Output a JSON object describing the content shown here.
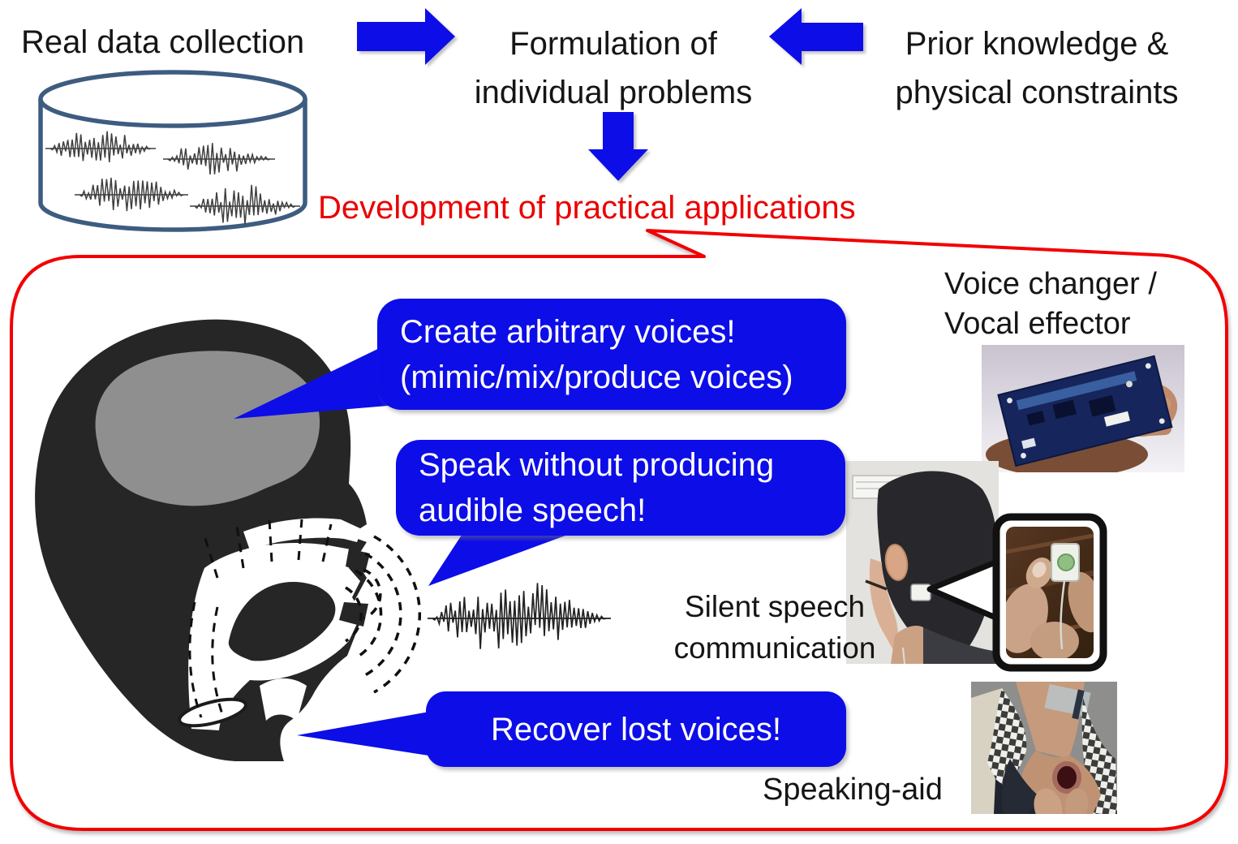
{
  "page": {
    "background": "#ffffff"
  },
  "colors": {
    "accent_blue": "#0d0de8",
    "accent_red": "#ea0000",
    "head_silhouette": "#262626",
    "brain_gray": "#8f8f8f",
    "database_outline": "#3d5c80"
  },
  "flow": {
    "real_data_label": "Real data collection",
    "formulation_label": "Formulation of\nindividual problems",
    "prior_knowledge_label": "Prior knowledge &\nphysical constraints",
    "development_label": "Development of practical applications"
  },
  "applications": {
    "create_voices_bubble": "Create arbitrary voices!\n(mimic/mix/produce voices)",
    "silent_speech_bubble": "Speak without producing\naudible speech!",
    "recover_voices_bubble": "Recover lost voices!",
    "voice_changer_label": "Voice changer /\nVocal effector",
    "silent_speech_label": "Silent speech\ncommunication",
    "speaking_aid_label": "Speaking-aid"
  },
  "icons": {
    "database": "speech-database-cylinder",
    "arrow_right": "flow-arrow-right",
    "arrow_left": "flow-arrow-left",
    "arrow_down": "flow-arrow-down",
    "head": "vocal-tract-head-silhouette",
    "waveform": "speech-waveform",
    "photos": [
      "voice-changer-device-photo",
      "silent-speech-user-photo",
      "sensor-closeup-callout",
      "speaking-aid-throat-photo"
    ]
  }
}
